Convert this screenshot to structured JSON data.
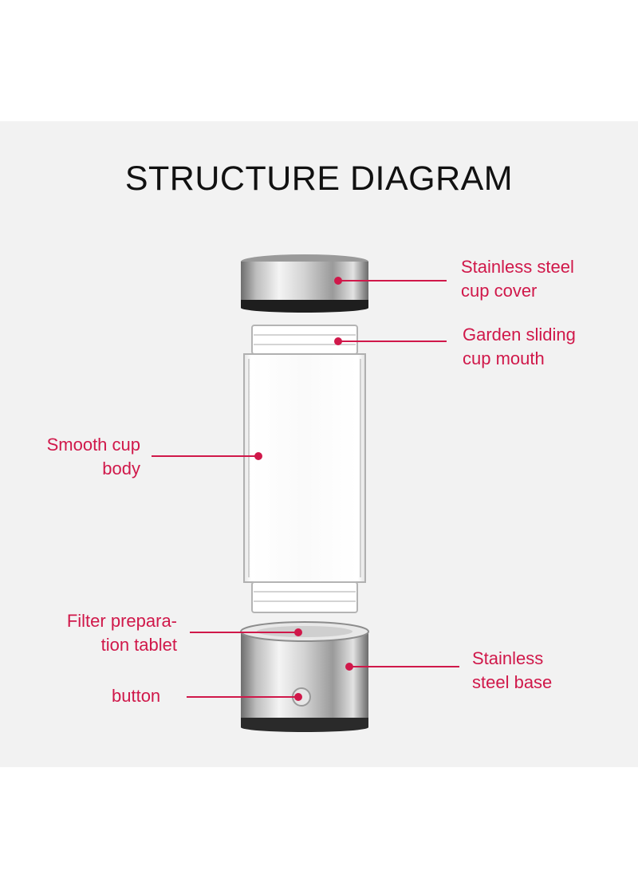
{
  "title": "STRUCTURE DIAGRAM",
  "labels": {
    "cover": [
      "Stainless steel",
      "cup cover"
    ],
    "mouth": [
      "Garden sliding",
      "cup mouth"
    ],
    "body": [
      "Smooth cup",
      "body"
    ],
    "filter": [
      "Filter prepara-",
      "tion tablet"
    ],
    "base": [
      "Stainless",
      "steel base"
    ],
    "button": "button"
  },
  "colors": {
    "accent": "#d0184a",
    "background": "#f2f2f2"
  }
}
